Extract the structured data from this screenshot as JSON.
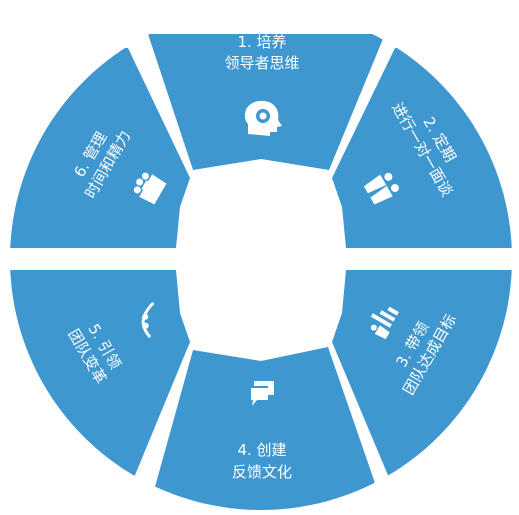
{
  "diagram": {
    "center_color": "#ffffff",
    "segment_color": "#3f97cf",
    "icon_color": "#ffffff",
    "segments": [
      {
        "id": "seg-1",
        "label_line1": "1. 培养",
        "label_line2": "领导者思维",
        "icon": "head-gear-icon"
      },
      {
        "id": "seg-2",
        "label_line1": "2. 定期",
        "label_line2": "进行一对一面谈",
        "icon": "two-people-icon"
      },
      {
        "id": "seg-3",
        "label_line1": "3. 带领",
        "label_line2": "团队达成目标",
        "icon": "team-chart-icon"
      },
      {
        "id": "seg-4",
        "label_line1": "4. 创建",
        "label_line2": "反馈文化",
        "icon": "chat-bubbles-icon"
      },
      {
        "id": "seg-5",
        "label_line1": "5. 引领",
        "label_line2": "团队变革",
        "icon": "curve-chart-icon"
      },
      {
        "id": "seg-6",
        "label_line1": "6. 管理",
        "label_line2": "时间和精力",
        "icon": "group-icon"
      }
    ]
  }
}
